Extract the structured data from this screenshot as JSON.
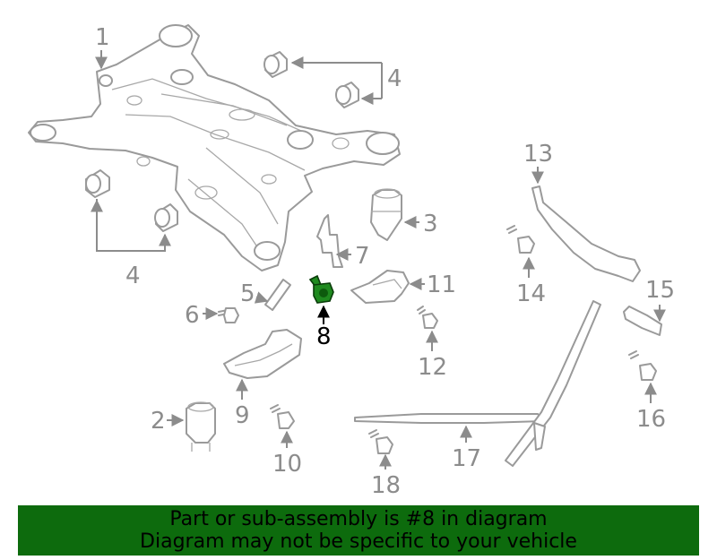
{
  "diagram": {
    "highlighted_part": "8",
    "highlight_color": "#1f8a1f",
    "callouts": {
      "c1": "1",
      "c2": "2",
      "c3": "3",
      "c4a": "4",
      "c4b": "4",
      "c5": "5",
      "c6": "6",
      "c7": "7",
      "c8": "8",
      "c9": "9",
      "c10": "10",
      "c11": "11",
      "c12": "12",
      "c13": "13",
      "c14": "14",
      "c15": "15",
      "c16": "16",
      "c17": "17",
      "c18": "18"
    }
  },
  "banner": {
    "line1": "Part or sub-assembly is #8 in diagram",
    "line2": "Diagram may not be specific to your vehicle",
    "background": "#0d6b0d"
  }
}
